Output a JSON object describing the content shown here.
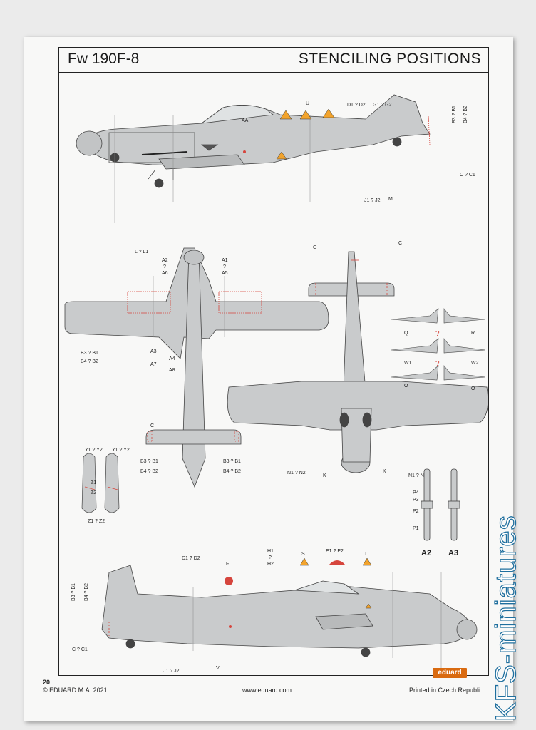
{
  "header": {
    "model": "Fw 190F-8",
    "title": "STENCILING POSITIONS"
  },
  "footer": {
    "page": "20",
    "copyright": "© EDUARD M.A. 2021",
    "url": "www.eduard.com",
    "printed": "Printed in Czech Republi",
    "logo": "eduard"
  },
  "watermark": "KFS-miniatures",
  "colors": {
    "aircraft": "#c9cbcc",
    "outline": "#444444",
    "stencil_red": "#d6453d",
    "warning_yellow": "#f2a32c",
    "brand_orange": "#d96a10"
  },
  "labels": {
    "side_top": [
      "AA",
      "U",
      "D1 ? D2",
      "G1 ? G2",
      "B3 ? B1",
      "B4 ? B2",
      "C ? C1",
      "J1 ? J2",
      "M"
    ],
    "top_view": [
      "L ? L1",
      "A2",
      "?",
      "A6",
      "A1",
      "?",
      "A5",
      "B3 ? B1",
      "B4 ? B2",
      "A3",
      "A7",
      "A4",
      "A8",
      "C",
      "B3 ? B1",
      "B4 ? B2",
      "B3 ? B1",
      "B4 ? B2"
    ],
    "bottom_view": [
      "C",
      "C",
      "?",
      "?",
      "W1",
      "W2",
      "Q",
      "R",
      "O",
      "O",
      "N1 ? N2",
      "K",
      "K",
      "N1 ? N2"
    ],
    "tank": [
      "Y1 ? Y2",
      "Y1 ? Y2",
      "Z1",
      "Z2",
      "Z1 ? Z2"
    ],
    "legs": [
      "P4",
      "P3",
      "P2",
      "P1",
      "A2",
      "A3"
    ],
    "side_bottom": [
      "D1 ? D2",
      "F",
      "H1",
      "?",
      "H2",
      "S",
      "E1 ? E2",
      "T",
      "B3 ? B1",
      "B4 ? B2",
      "C ? C1",
      "J1 ? J2",
      "V"
    ]
  }
}
